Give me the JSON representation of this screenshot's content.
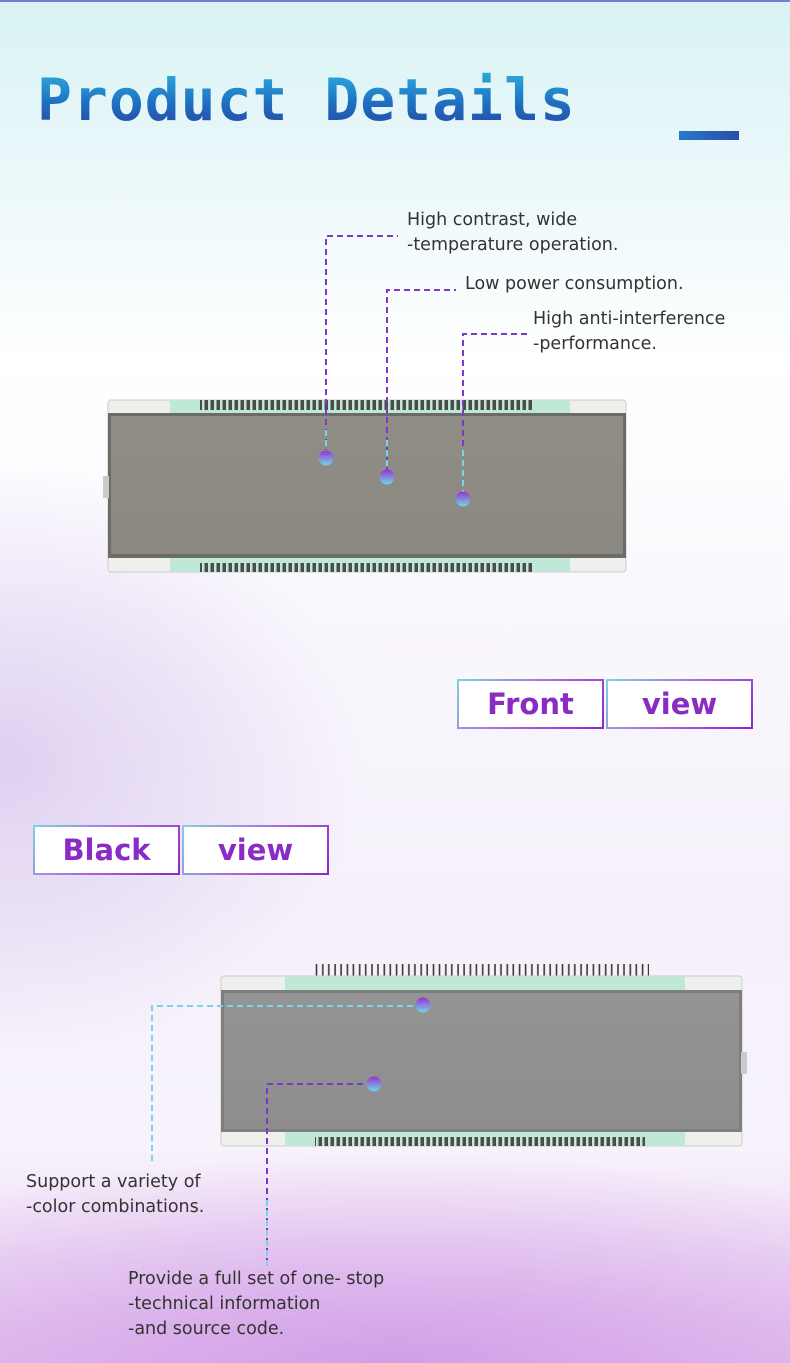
{
  "header": {
    "title": "Product Details"
  },
  "front_section": {
    "notes": [
      {
        "lines": [
          "High contrast, wide",
          "-temperature operation."
        ]
      },
      {
        "lines": [
          "Low power consumption."
        ]
      },
      {
        "lines": [
          "High anti-interference",
          "-performance."
        ]
      }
    ],
    "view_buttons": [
      "Front",
      "view"
    ]
  },
  "back_section": {
    "view_buttons": [
      "Black",
      "view"
    ],
    "notes": [
      {
        "lines": [
          "Support a variety of",
          "-color combinations."
        ]
      },
      {
        "lines": [
          "Provide a full set of one- stop",
          "-technical information",
          "-and source code."
        ]
      }
    ]
  },
  "colors": {
    "accent_purple": "#8a2bc4",
    "title_blue": "#1f6fc1",
    "lcd_screen": "#8d8b83",
    "lcd_screen_back": "#929292"
  }
}
